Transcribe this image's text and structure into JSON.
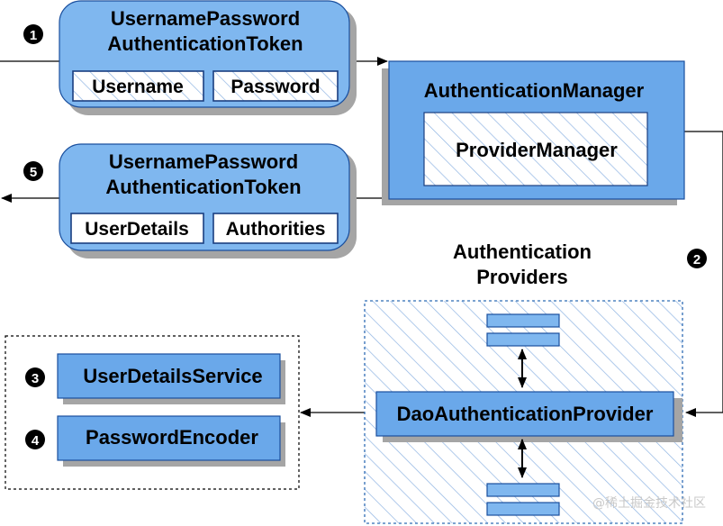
{
  "step_badges": [
    "1",
    "2",
    "3",
    "4",
    "5"
  ],
  "request_token": {
    "title_line1": "UsernamePassword",
    "title_line2": "AuthenticationToken",
    "fields": [
      "Username",
      "Password"
    ]
  },
  "result_token": {
    "title_line1": "UsernamePassword",
    "title_line2": "AuthenticationToken",
    "fields": [
      "UserDetails",
      "Authorities"
    ]
  },
  "authentication_manager": {
    "title": "AuthenticationManager",
    "inner": "ProviderManager"
  },
  "authentication_providers": {
    "title_line1": "Authentication",
    "title_line2": "Providers",
    "main": "DaoAuthenticationProvider"
  },
  "services": {
    "user_details_service": "UserDetailsService",
    "password_encoder": "PasswordEncoder"
  },
  "watermark": "@稀土掘金技术社区",
  "colors": {
    "box_fill": "#7fb7ef",
    "box_fill_dark": "#6aa8ea",
    "box_stroke": "#1a4f9e",
    "shadow": "#a5a5a5",
    "hatch": "#8fb4e3",
    "dashed_blue": "#2f6cb5"
  }
}
